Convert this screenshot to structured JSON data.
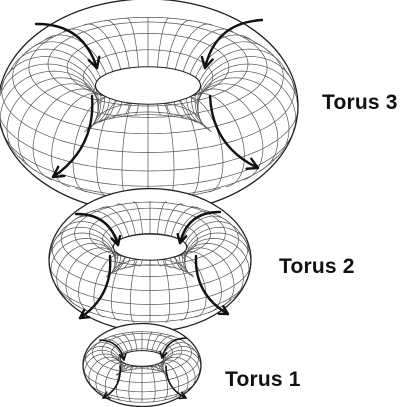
{
  "labels": {
    "torus3": "Torus 3",
    "torus2": "Torus 2",
    "torus1": "Torus 1"
  },
  "style": {
    "mesh_color": "#555555",
    "outline_color": "#222222",
    "arrow_color": "#111111",
    "background": "#ffffff"
  },
  "tori": [
    {
      "id": "torus3",
      "label_key": "torus3",
      "toroidal_divisions": 36,
      "poloidal_divisions": 16,
      "arrows": 4
    },
    {
      "id": "torus2",
      "label_key": "torus2",
      "toroidal_divisions": 32,
      "poloidal_divisions": 14,
      "arrows": 4
    },
    {
      "id": "torus1",
      "label_key": "torus1",
      "toroidal_divisions": 28,
      "poloidal_divisions": 12,
      "arrows": 4
    }
  ]
}
